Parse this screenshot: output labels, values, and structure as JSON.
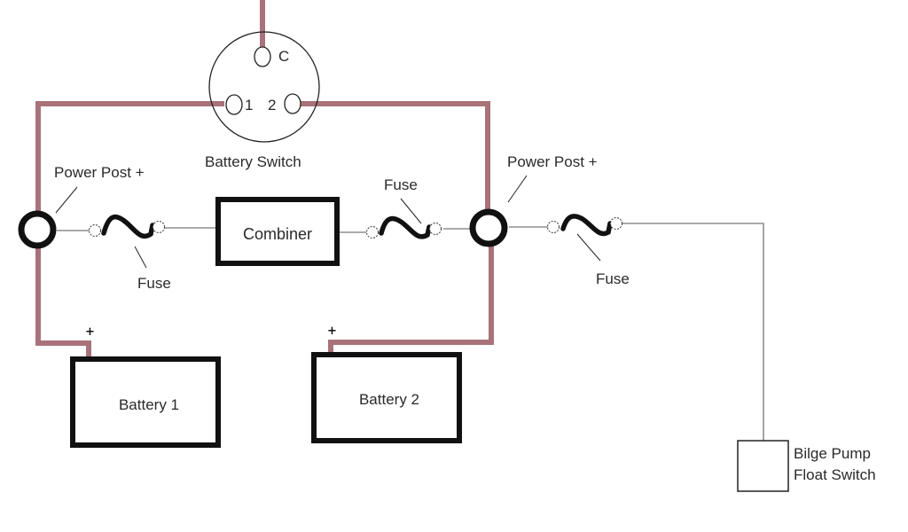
{
  "diagram": {
    "title": "Dual battery with combiner and bilge pump wiring",
    "colors": {
      "positive_wire": "#a9727a",
      "component": "#111111",
      "thin_wire": "#777777",
      "background": "#ffffff"
    },
    "battery_switch": {
      "label": "Battery Switch",
      "terminals": {
        "common": "C",
        "one": "1",
        "two": "2"
      }
    },
    "power_posts": [
      {
        "id": "left",
        "label": "Power Post +"
      },
      {
        "id": "right",
        "label": "Power Post +"
      }
    ],
    "fuses": [
      {
        "id": "fuse-left",
        "label": "Fuse"
      },
      {
        "id": "fuse-center",
        "label": "Fuse"
      },
      {
        "id": "fuse-right",
        "label": "Fuse"
      }
    ],
    "combiner": {
      "label": "Combiner"
    },
    "batteries": [
      {
        "id": "battery-1",
        "label": "Battery 1",
        "terminal": "+"
      },
      {
        "id": "battery-2",
        "label": "Battery 2",
        "terminal": "+"
      }
    ],
    "bilge": {
      "label_line1": "Bilge Pump",
      "label_line2": "Float Switch"
    }
  }
}
